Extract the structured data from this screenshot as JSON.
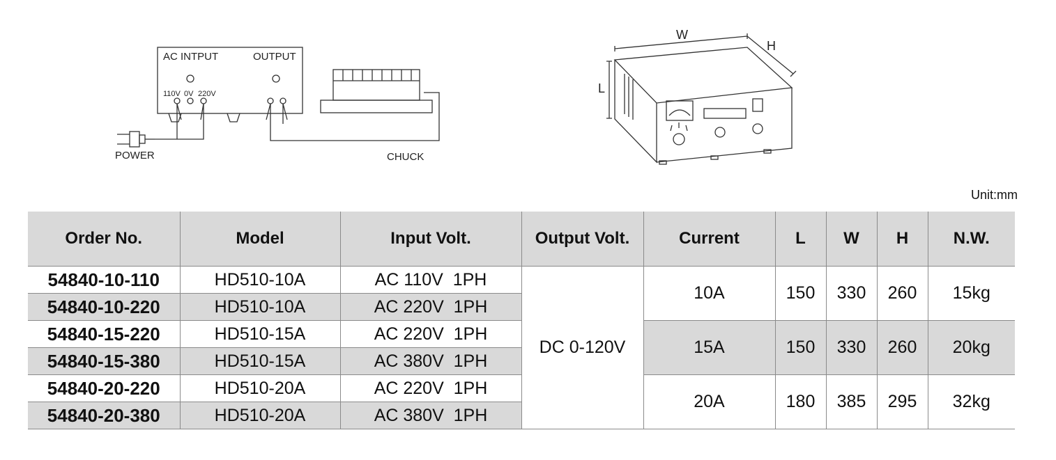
{
  "wiring_diagram": {
    "ac_input_label": "AC INTPUT",
    "output_label": "OUTPUT",
    "terminal_labels": [
      "110V",
      "0V",
      "220V"
    ],
    "power_label": "POWER",
    "chuck_label": "CHUCK"
  },
  "unit_drawing": {
    "dimension_labels": {
      "width": "W",
      "height": "H",
      "length": "L"
    }
  },
  "unit_note": "Unit:mm",
  "table": {
    "headers": [
      "Order No.",
      "Model",
      "Input Volt.",
      "Output Volt.",
      "Current",
      "L",
      "W",
      "H",
      "N.W."
    ],
    "rows": [
      {
        "order_no": "54840-10-110",
        "model": "HD510-10A",
        "input_volt": "AC 110V  1PH"
      },
      {
        "order_no": "54840-10-220",
        "model": "HD510-10A",
        "input_volt": "AC 220V  1PH"
      },
      {
        "order_no": "54840-15-220",
        "model": "HD510-15A",
        "input_volt": "AC 220V  1PH"
      },
      {
        "order_no": "54840-15-380",
        "model": "HD510-15A",
        "input_volt": "AC 380V  1PH"
      },
      {
        "order_no": "54840-20-220",
        "model": "HD510-20A",
        "input_volt": "AC 220V  1PH"
      },
      {
        "order_no": "54840-20-380",
        "model": "HD510-20A",
        "input_volt": "AC 380V  1PH"
      }
    ],
    "output_volt": "DC 0-120V",
    "groups": [
      {
        "current": "10A",
        "l": "150",
        "w": "330",
        "h": "260",
        "nw": "15kg"
      },
      {
        "current": "15A",
        "l": "150",
        "w": "330",
        "h": "260",
        "nw": "20kg"
      },
      {
        "current": "20A",
        "l": "180",
        "w": "385",
        "h": "295",
        "nw": "32kg"
      }
    ]
  },
  "colors": {
    "header_bg": "#d9d9d9",
    "shade_bg": "#d9d9d9",
    "line": "#8a8a8a"
  }
}
